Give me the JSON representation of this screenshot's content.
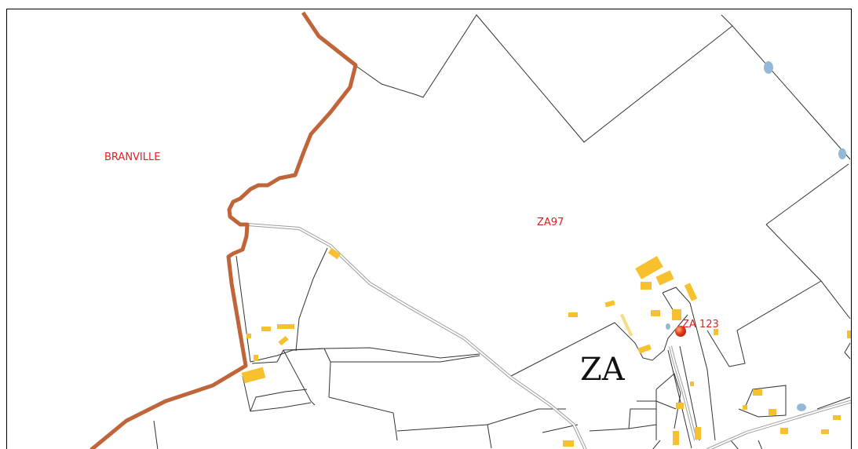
{
  "map": {
    "commune_label": "BRANVILLE",
    "parcel_label": "ZA97",
    "section_label": "ZA",
    "marker_label": "ZA 123"
  },
  "colors": {
    "commune_boundary": "#c0643a",
    "parcel_line": "#333333",
    "road": "#a8a8a8",
    "building": "#f7c02e",
    "water": "#93b9d6",
    "label_red": "#e02020",
    "marker": "#d42410"
  }
}
